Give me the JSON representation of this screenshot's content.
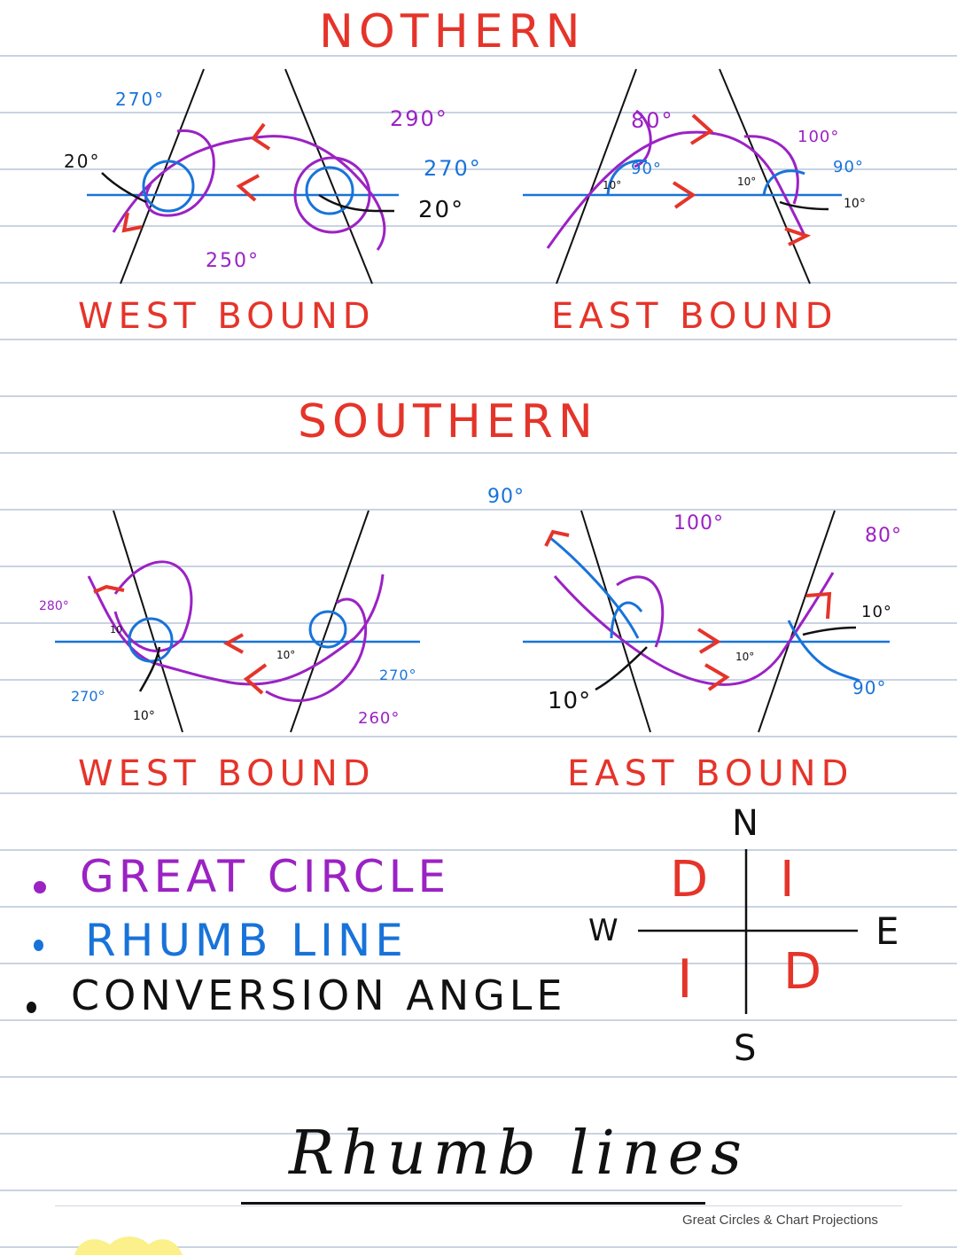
{
  "headings": {
    "northern": "NOTHERN",
    "southern": "SOUTHERN",
    "west_bound": "WEST BOUND",
    "east_bound": "EAST BOUND"
  },
  "north_west": {
    "l270": "270°",
    "l20": "20°",
    "l250": "250°",
    "r290": "290°",
    "r270": "270°",
    "r20": "20°"
  },
  "north_east": {
    "l80": "80°",
    "l90": "90°",
    "l10": "10°",
    "r100": "100°",
    "r90": "90°",
    "r10a": "10°",
    "r10b": "10°"
  },
  "south_west": {
    "l280": "280°",
    "l10a": "10",
    "l270": "270°",
    "l10b": "10°",
    "r10": "10°",
    "r270": "270°",
    "r260": "260°"
  },
  "south_east": {
    "l90": "90°",
    "l100": "100°",
    "l10": "10°",
    "r80": "80°",
    "r10a": "10°",
    "r10b": "10°",
    "r90": "90°"
  },
  "legend": {
    "great_circle": "GREAT CIRCLE",
    "rhumb_line": "RHUMB LINE",
    "conversion_angle": "CONVERSION ANGLE"
  },
  "compass": {
    "n": "N",
    "s": "S",
    "e": "E",
    "w": "W",
    "q_nw": "D",
    "q_ne": "I",
    "q_sw": "I",
    "q_se": "D"
  },
  "page_title": "Rhumb lines",
  "footer": "Great Circles & Chart Projections",
  "colors": {
    "red": "#e5342a",
    "purple": "#9b22c4",
    "blue": "#1873d9",
    "black": "#111111",
    "ruled_line": "#c9d3e2"
  }
}
